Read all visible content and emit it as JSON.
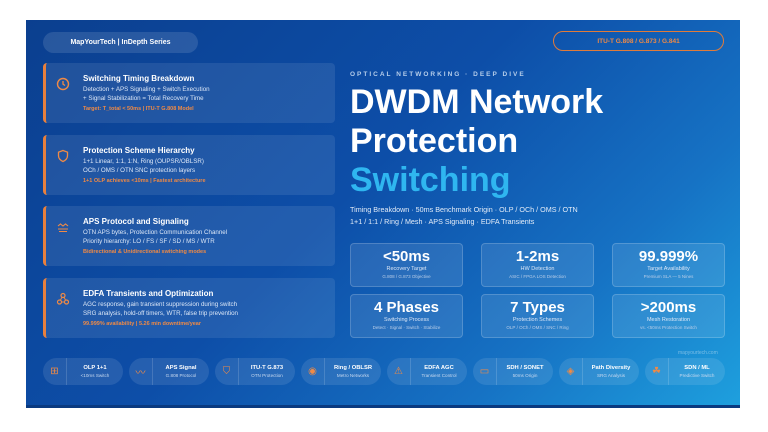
{
  "header": {
    "series": "MapYourTech | InDepth Series",
    "standards": "ITU-T G.808 / G.873 / G.841"
  },
  "cards": [
    {
      "icon": "clock-icon",
      "title": "Switching Timing Breakdown",
      "desc1": "Detection + APS Signaling + Switch Execution",
      "desc2": "+ Signal Stabilization = Total Recovery Time",
      "highlight": "Target: T_total < 50ms | ITU-T G.808 Model"
    },
    {
      "icon": "shield-icon",
      "title": "Protection Scheme Hierarchy",
      "desc1": "1+1 Linear, 1:1, 1:N, Ring (OUPSR/OBLSR)",
      "desc2": "OCh / OMS / OTN SNC protection layers",
      "highlight": "1+1 OLP achieves <10ms | Fastest architecture"
    },
    {
      "icon": "signal-wave-icon",
      "title": "APS Protocol and Signaling",
      "desc1": "OTN APS bytes, Protection Communication Channel",
      "desc2": "Priority hierarchy: LO / FS / SF / SD / MS / WTR",
      "highlight": "Bidirectional & Unidirectional switching modes"
    },
    {
      "icon": "network-nodes-icon",
      "title": "EDFA Transients and Optimization",
      "desc1": "AGC response, gain transient suppression during switch",
      "desc2": "SRG analysis, hold-off timers, WTR, false trip prevention",
      "highlight": "99.999% availability | 5.26 min downtime/year"
    }
  ],
  "hero": {
    "kicker": "OPTICAL NETWORKING · DEEP DIVE",
    "line1": "DWDM Network",
    "line2": "Protection",
    "line3": "Switching",
    "sub1": "Timing Breakdown · 50ms Benchmark Origin · OLP / OCh / OMS / OTN",
    "sub2": "1+1 / 1:1 / Ring / Mesh · APS Signaling · EDFA Transients"
  },
  "stats": [
    {
      "value": "<50ms",
      "label": "Recovery Target",
      "sub": "G.808 / G.873 Objective"
    },
    {
      "value": "1-2ms",
      "label": "HW Detection",
      "sub": "ASIC / FPGA LOS Detection"
    },
    {
      "value": "99.999%",
      "label": "Target Availability",
      "sub": "Premium SLA — 5 Nines"
    },
    {
      "value": "4 Phases",
      "label": "Switching Process",
      "sub": "Detect · Signal · Switch · Stabilize"
    },
    {
      "value": "7 Types",
      "label": "Protection Schemes",
      "sub": "OLP / OCh / OMS / SNC / Ring"
    },
    {
      "value": ">200ms",
      "label": "Mesh Restoration",
      "sub": "vs. <50ms Protection Switch"
    }
  ],
  "chips": [
    {
      "icon": "plus-box-icon",
      "glyph": "⊞",
      "label": "OLP 1+1",
      "sub": "<10ms Switch"
    },
    {
      "icon": "wave-icon",
      "glyph": "〰",
      "label": "APS Signal",
      "sub": "G.808 Protocol"
    },
    {
      "icon": "shield-icon",
      "glyph": "⛉",
      "label": "ITU-T G.873",
      "sub": "OTN Protection"
    },
    {
      "icon": "ring-icon",
      "glyph": "◉",
      "label": "Ring / OBLSR",
      "sub": "Metro Networks"
    },
    {
      "icon": "warning-icon",
      "glyph": "⚠",
      "label": "EDFA AGC",
      "sub": "Transient Control"
    },
    {
      "icon": "monitor-icon",
      "glyph": "▭",
      "label": "SDH / SONET",
      "sub": "50ms Origin"
    },
    {
      "icon": "eye-icon",
      "glyph": "◈",
      "label": "Path Diversity",
      "sub": "SRG Analysis"
    },
    {
      "icon": "nodes-icon",
      "glyph": "☘",
      "label": "SDN / ML",
      "sub": "Predictive Switch"
    }
  ],
  "watermark": "mapyourtech.com"
}
